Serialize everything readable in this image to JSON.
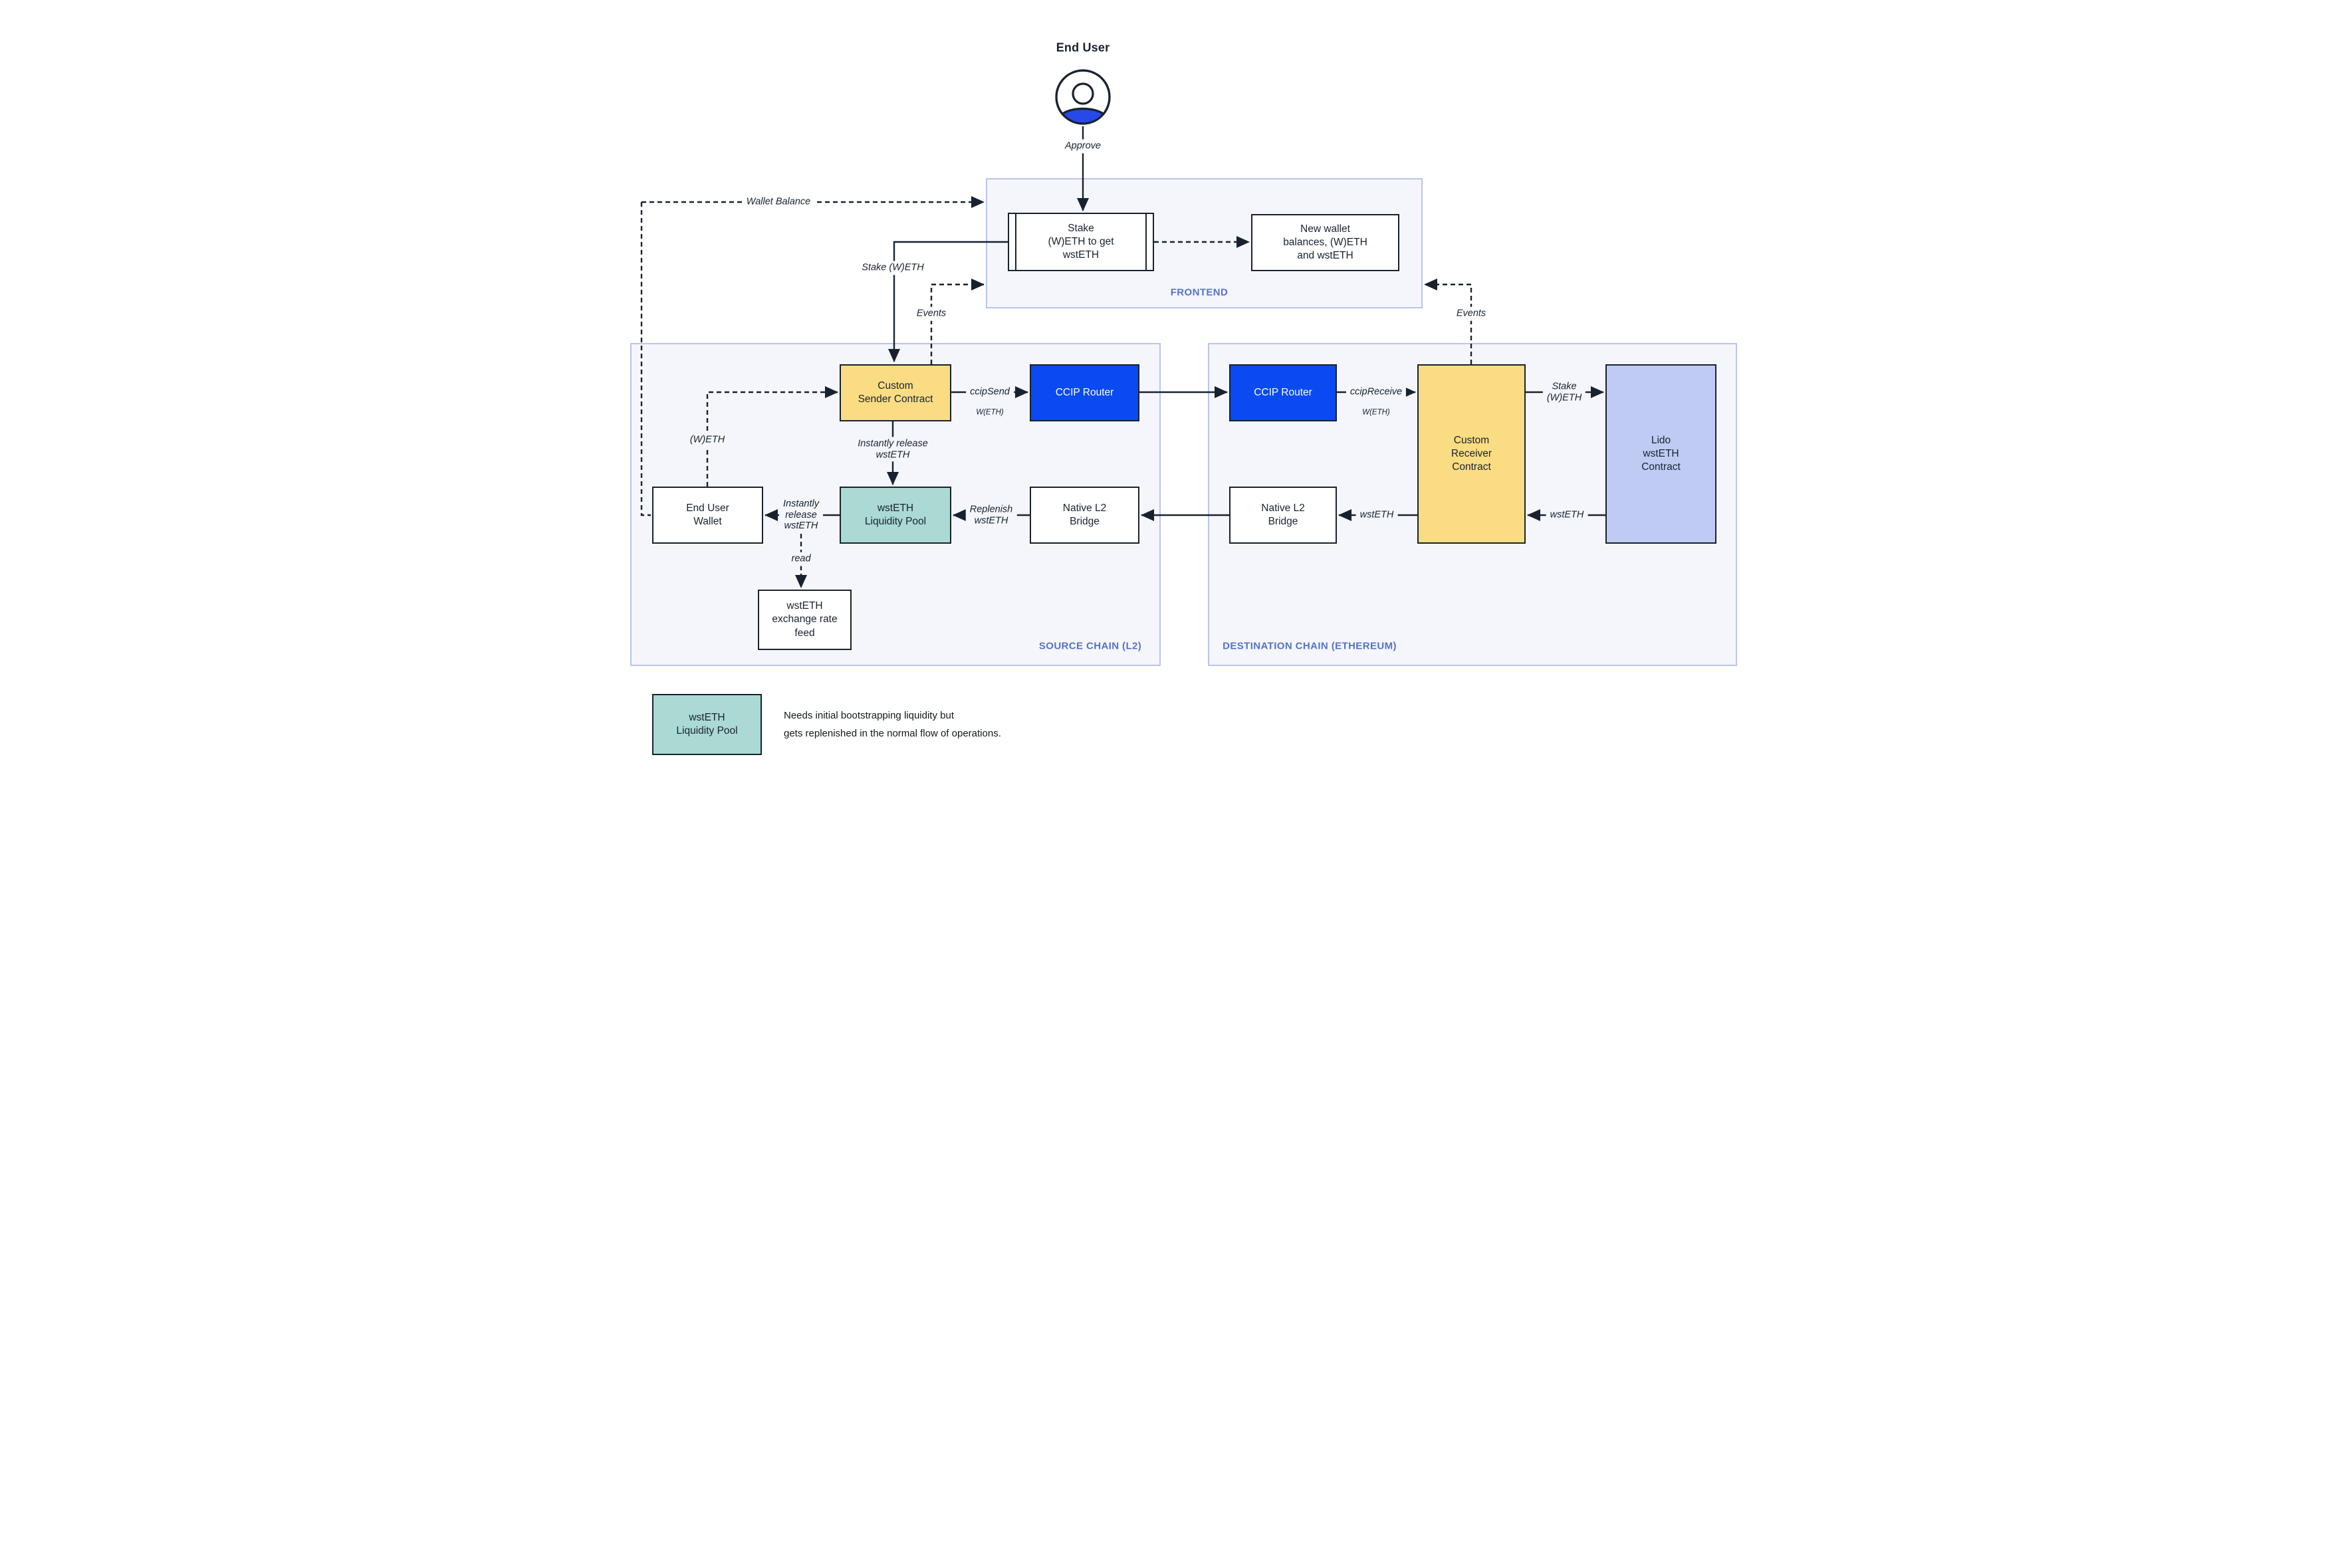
{
  "end_user": {
    "label": "End User",
    "approve": "Approve"
  },
  "frontend": {
    "label": "FRONTEND",
    "stake_box": "Stake\n(W)ETH to get\nwstETH",
    "new_wallet_box": "New wallet\nbalances, (W)ETH\nand wstETH"
  },
  "source_chain": {
    "label": "SOURCE CHAIN (L2)",
    "custom_sender": "Custom\nSender Contract",
    "ccip_router": "CCIP Router",
    "end_user_wallet": "End User\nWallet",
    "liquidity_pool": "wstETH\nLiquidity Pool",
    "native_bridge": "Native L2\nBridge",
    "rate_feed": "wstETH\nexchange rate\nfeed"
  },
  "destination_chain": {
    "label": "DESTINATION CHAIN (ETHEREUM)",
    "ccip_router": "CCIP Router",
    "custom_receiver": "Custom\nReceiver\nContract",
    "native_bridge": "Native L2\nBridge",
    "lido_contract": "Lido\nwstETH\nContract"
  },
  "edges": {
    "wallet_balance": "Wallet Balance",
    "stake_weth": "Stake (W)ETH",
    "events_left": "Events",
    "events_right": "Events",
    "ccip_send": "ccipSend",
    "ccip_send_asset": "W(ETH)",
    "ccip_receive": "ccipReceive",
    "ccip_receive_asset": "W(ETH)",
    "instantly_release_vertical": "Instantly release\nwstETH",
    "instantly_release_horizontal": "Instantly\nrelease\nwstETH",
    "weth": "(W)ETH",
    "replenish": "Replenish\nwstETH",
    "read": "read",
    "stake_weth_destination": "Stake\n(W)ETH",
    "wsteth_from_lido": "wstETH",
    "wsteth_to_bridge": "wstETH"
  },
  "legend": {
    "box": "wstETH\nLiquidity Pool",
    "note": "Needs initial bootstrapping liquidity but\ngets replenished in the normal flow of operations."
  },
  "colors": {
    "node_yellow": "#FADC82",
    "node_blue": "#0B4AF0",
    "node_teal": "#ABD9D3",
    "node_periwinkle": "#C0CBF4",
    "region_fill": "#F5F6FC",
    "region_border": "#B9C4F1",
    "region_label": "#5473C8",
    "ink": "#18222F"
  }
}
